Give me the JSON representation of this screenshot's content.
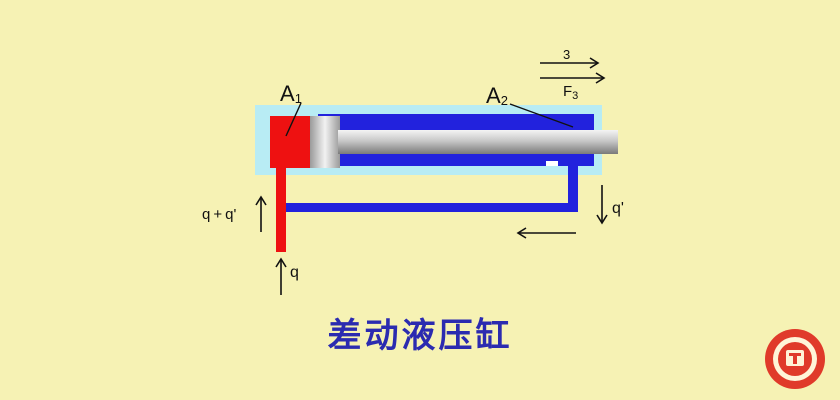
{
  "diagram": {
    "label_a1_main": "A",
    "label_a1_sub": "1",
    "label_a2_main": "A",
    "label_a2_sub": "2",
    "label_3": "3",
    "label_f3_main": "F",
    "label_f3_sub": "3",
    "label_q_plus": "q + q'",
    "label_q_prime": "q'",
    "label_q": "q"
  },
  "title": "差动液压缸",
  "logo_icon": "university-seal-icon",
  "colors": {
    "background": "#f6f2b4",
    "oil_blue": "#2222dd",
    "pressure_red": "#ee1111",
    "housing": "#b8ecf4",
    "title": "#2b2bb0"
  }
}
